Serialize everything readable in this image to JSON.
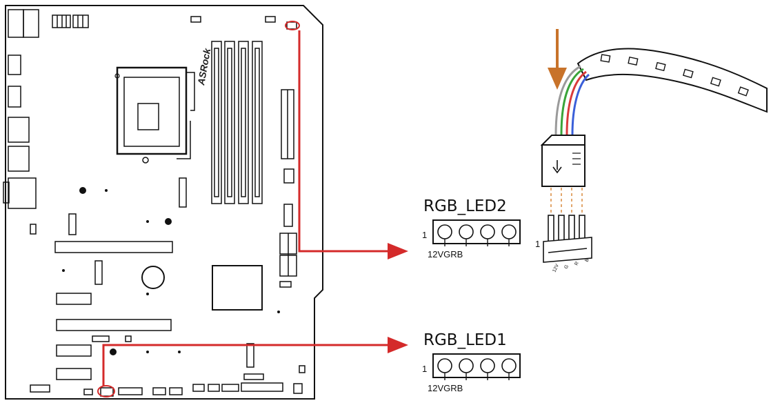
{
  "board": {
    "brand_logo_text": "ASRock"
  },
  "connectors": [
    {
      "id": "rgb_led2",
      "title": "RGB_LED2",
      "pin1_label": "1",
      "pin_label": "12VGRB"
    },
    {
      "id": "rgb_led1",
      "title": "RGB_LED1",
      "pin1_label": "1",
      "pin_label": "12VGRB"
    }
  ],
  "cable": {
    "pin1_label": "1",
    "pin_letters": [
      "12V",
      "G",
      "R",
      "B"
    ]
  },
  "colors": {
    "highlight": "#d42a2a",
    "insert_arrow": "#c8732a",
    "wire_red": "#d93a3a",
    "wire_green": "#3aa43a",
    "wire_blue": "#3a5fd9",
    "wire_gray": "#9a9a9a",
    "outline": "#111111"
  }
}
